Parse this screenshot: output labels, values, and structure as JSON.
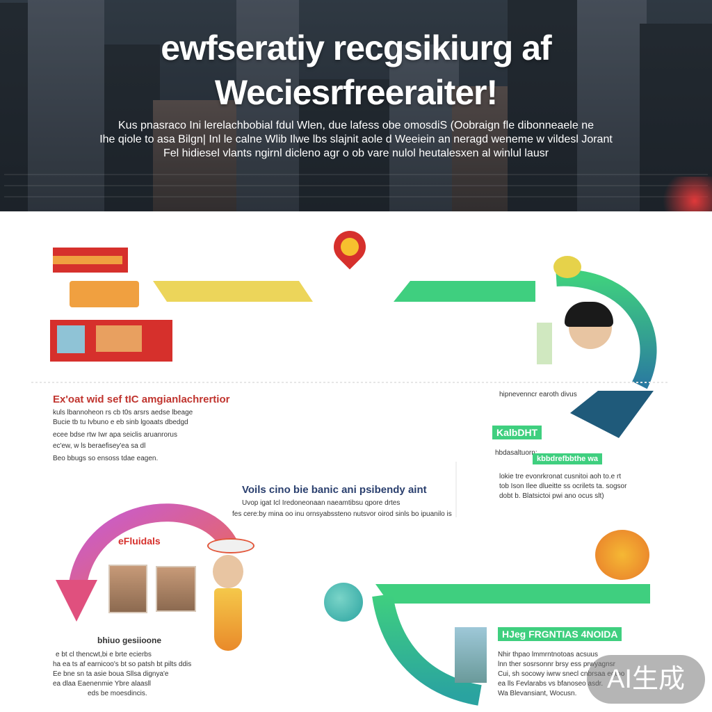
{
  "hero": {
    "title_line_1": "ewfseratiy recgsikiurg af",
    "title_line_2": "Weciesrfreeraiter!",
    "subtitle_lines": [
      "Kus pnasraco Ini lerelachbobial fdul Wlen, due lafess obe omosdiS  (Oobraign fle dibonneaele ne",
      "Ihe qiole to asa Bilgn| Inl le calne Wlib Ilwe lbs slajnit aole d Weeiein an neragd weneme w vildesl Jorant",
      "Fel hidiesel vlants ngirnl dicleno agr o ob vare nulol heutalesxen al winlul lausr"
    ]
  },
  "sections": {
    "left_top": {
      "title": "Ex'oat wid sef tIC amgianlachrertior",
      "lines": [
        "kuls lbannoheon rs cb t0s  arsrs aedse lbeage",
        "Bucie tb tu Ivbuno e eb sinb lgoaats dbedgd",
        "ecee bdse rtw Iwr apa seiclis aruanrorus",
        "ec'ew, w ls beraefisey'ea sa dl",
        "Beo bbugs so ensoss tdae eagen."
      ]
    },
    "right_top": {
      "caption": "hipnevenncr earoth divus",
      "badge_1": "KalbDHT",
      "badge_2": "kbbdrefbbthe wa",
      "sub": "hbdasaltuorn:",
      "lines": [
        "lokie tre evonrkronat cusnitoi aoh to.e rt",
        "tob Ison Ilee dlueitte ss ocrilets ta. sogsor",
        "dobt b. Blatsictoi pwi ano ocus slt)"
      ]
    },
    "center": {
      "title": "Voils  cino  bie  banic  ani  psibendy  aint",
      "lines": [
        "Uvop igat Icl Iredoneonaan naeamtibsu qpore drtes",
        "fes cere:by mina oo inu ornsyabssteno nutsvor oirod sinls bo ipuanilo is"
      ]
    },
    "left_bottom": {
      "label": "eFluidals",
      "caption": "bhiuo gesiioone",
      "lines": [
        "e bt cl thencwt,bi e brte ecierbs",
        "ha ea ts af earnicoo's bt so patsh bt pilts ddis",
        "Ee bne sn ta asie boua Sllsa dignya'e",
        "ea dlaa Eaenenmie Ybre alaasll",
        "eds be moesdincis."
      ]
    },
    "right_bottom": {
      "title": "HJeg FRGNTIAS  4NOIDA",
      "lines": [
        "Nhir thpao lmmrntnotoas acsuus",
        "lnn ther sosrsonnr brsy ess prwyagnsr",
        "Cui, sh socowy iwrw snecl cnbrsaa egtoo",
        "ea lls Fevlarabs vs bfanoseo asdr.",
        "Wa Blevansiant,  Wocusn."
      ]
    }
  },
  "watermark": "AI生成",
  "colors": {
    "yellow": "#ecd55a",
    "green": "#3fcf7f",
    "teal": "#2aa3a0",
    "navy": "#1f5a7a",
    "red": "#d6302c",
    "magenta": "#c65bd4",
    "orange": "#f0784e",
    "title_red": "#c0342e",
    "navy_text": "#2a3f6e"
  }
}
